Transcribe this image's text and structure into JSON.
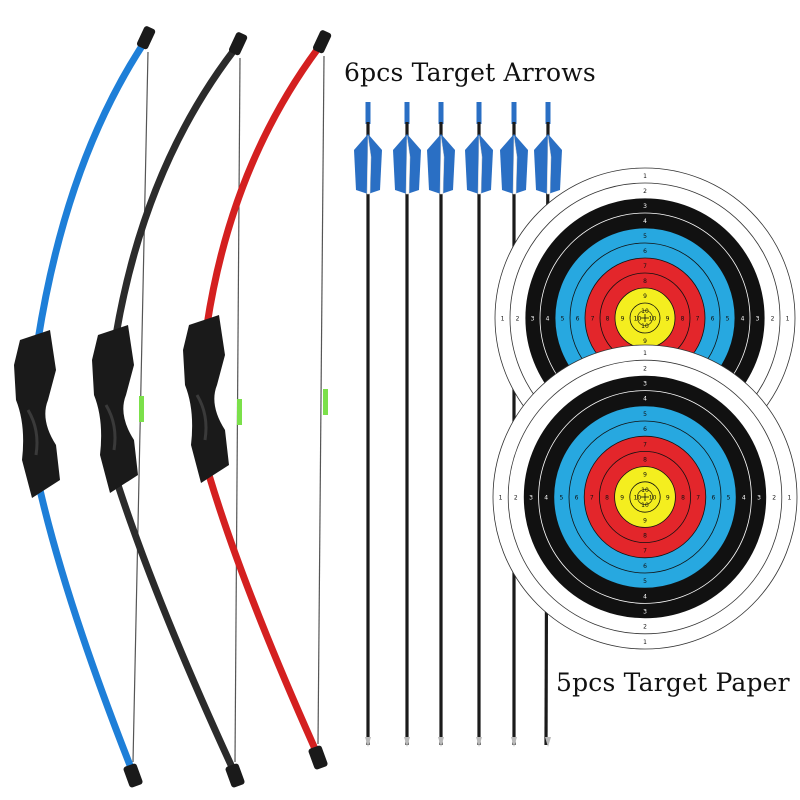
{
  "captions": {
    "arrows": "6pcs Target Arrows",
    "paper": "5pcs Target Paper"
  },
  "colors": {
    "bow_blue": "#1e7fd8",
    "bow_black": "#2b2b2b",
    "bow_red": "#d42020",
    "grip": "#1a1a1a",
    "string_marker": "#7be04a",
    "fletching": "#2a6fc4",
    "target_yellow": "#f4ee1f",
    "target_red": "#e3262b",
    "target_blue": "#27a8e0",
    "target_black": "#111111",
    "target_white": "#ffffff"
  },
  "icons": [
    "bow-icon",
    "arrow-icon",
    "archery-target-icon"
  ],
  "target_ring_numbers": [
    "1",
    "2",
    "3",
    "4",
    "5",
    "6",
    "7",
    "8",
    "9",
    "10"
  ]
}
